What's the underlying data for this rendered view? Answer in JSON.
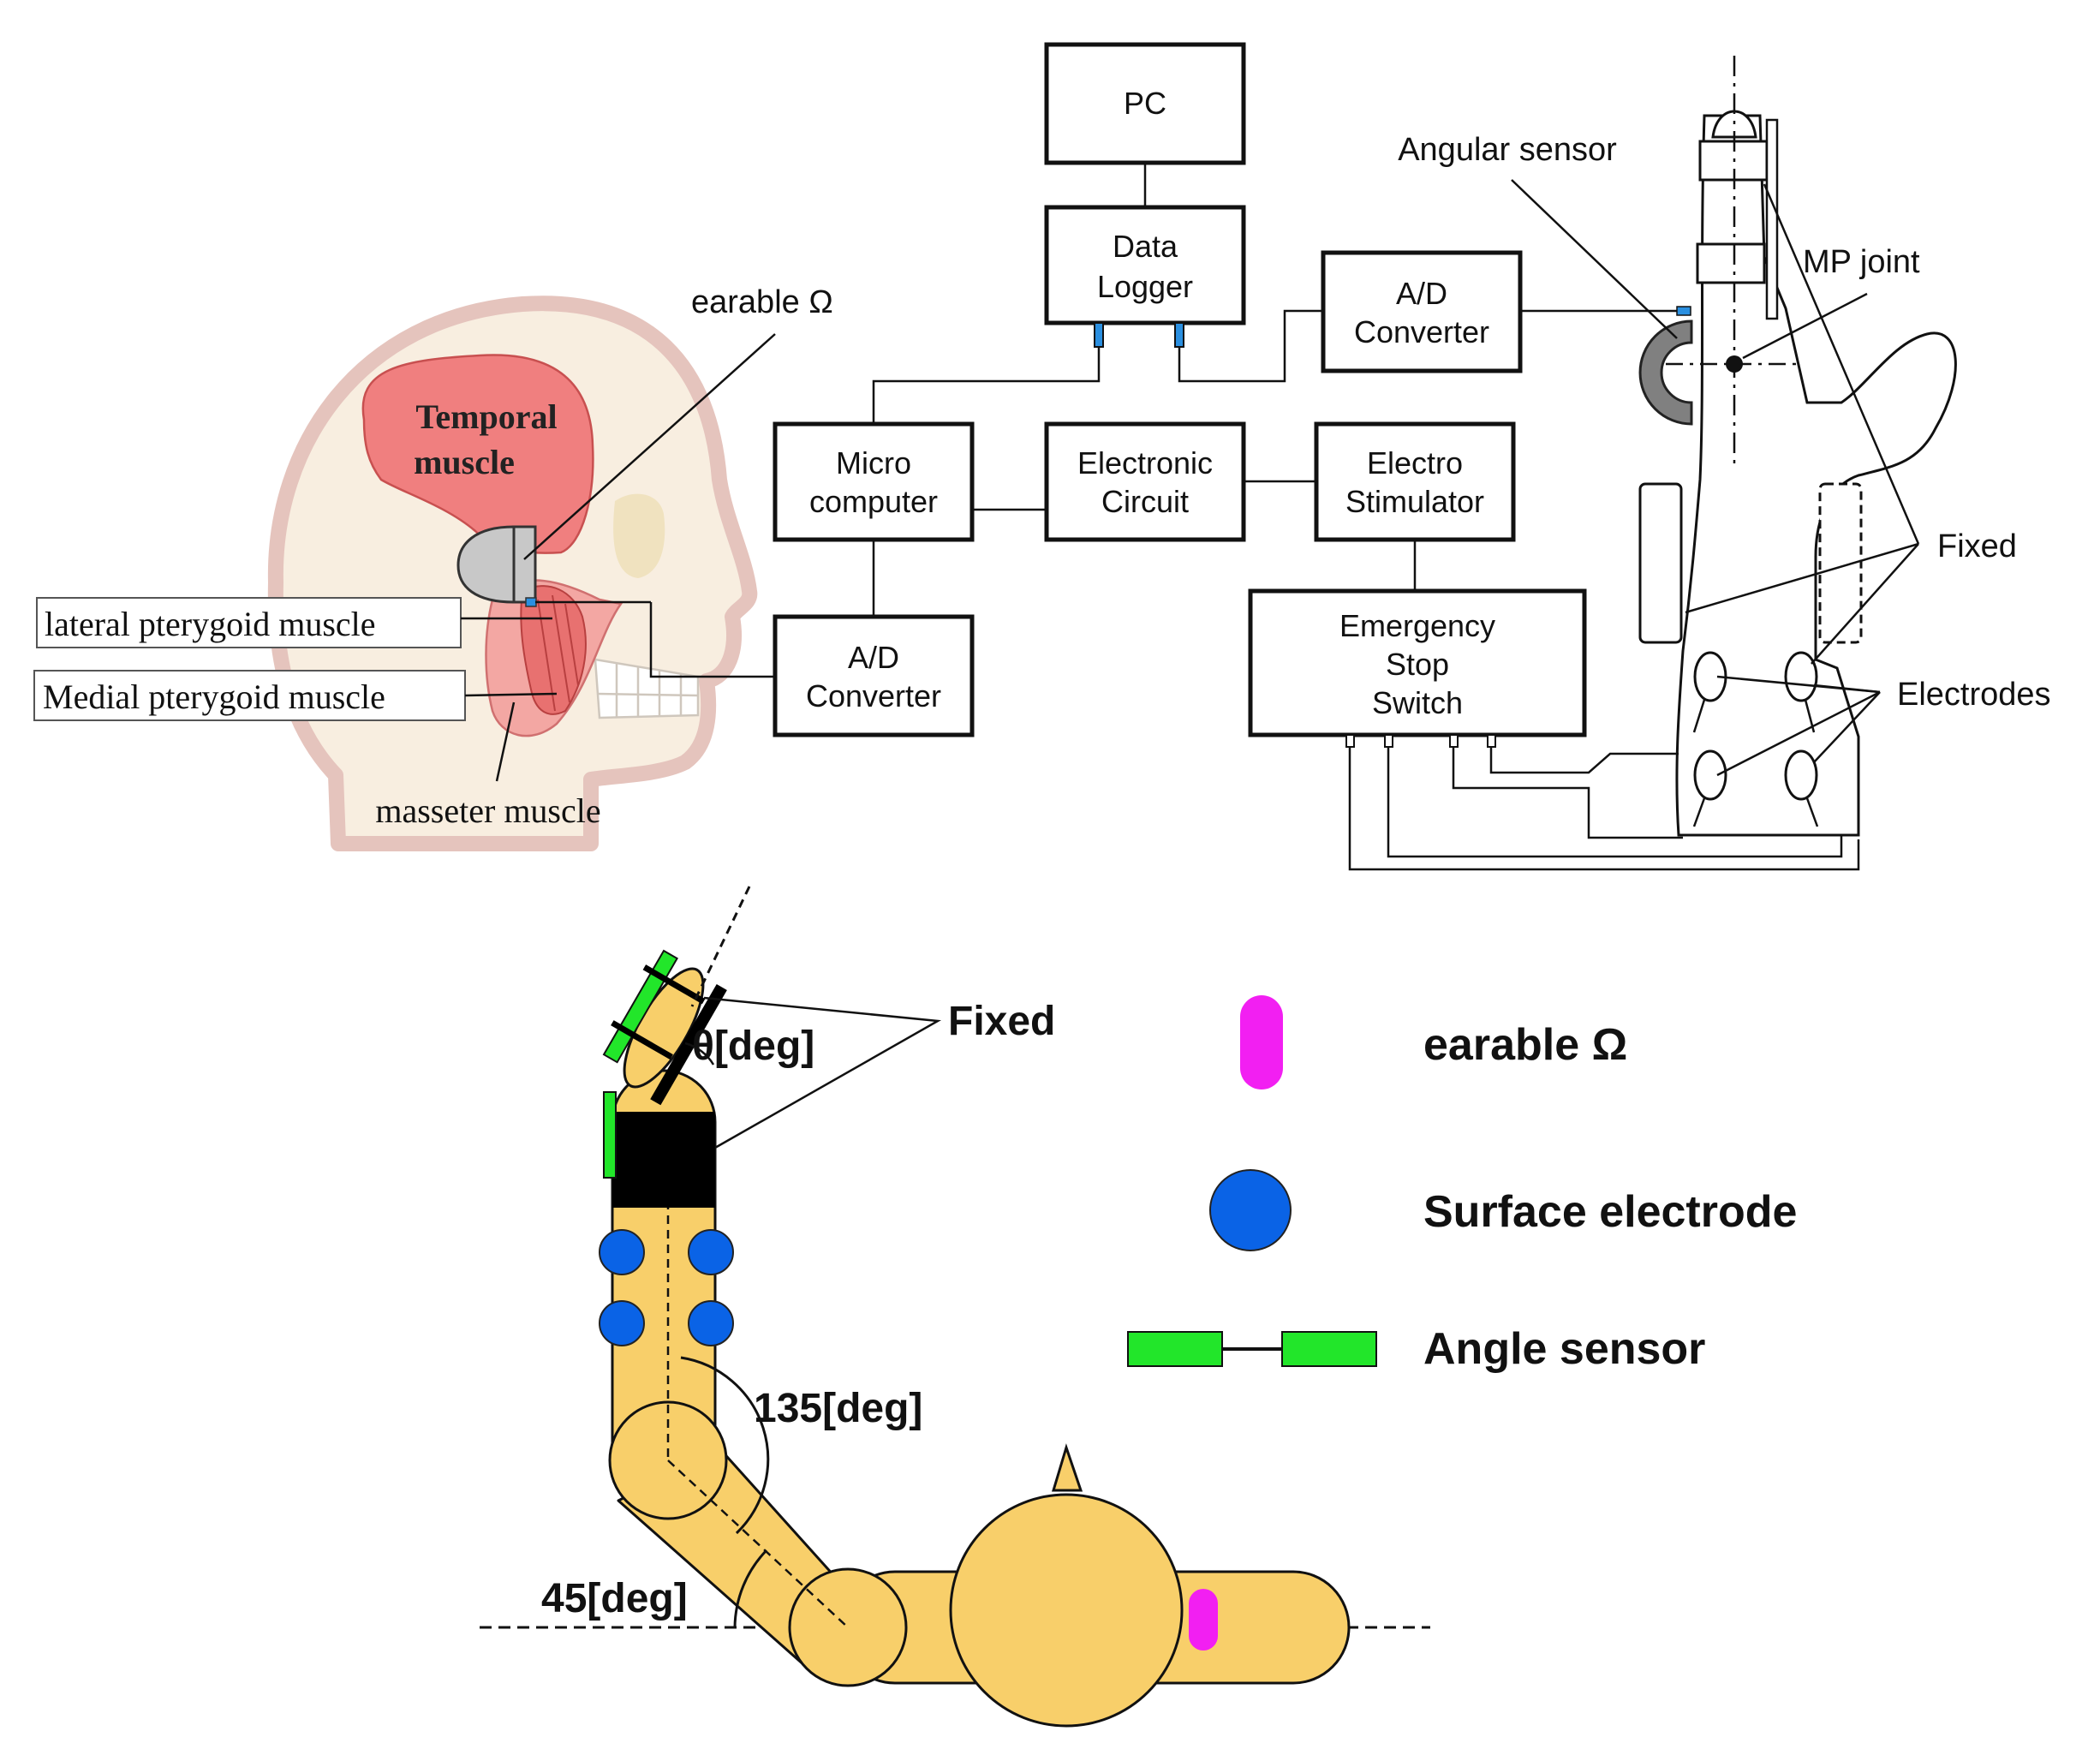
{
  "colors": {
    "muscle_red": "#f07f7f",
    "skin": "#f8eee0",
    "skin_outline": "#e5c4bd",
    "arm_yellow": "#f8cf6a",
    "electrode_blue": "#0a63e6",
    "sensor_green": "#22e62a",
    "earable_magenta": "#f21ff2",
    "connector_blue": "#2a8fe0",
    "device_gray": "#c8c8c8"
  },
  "head": {
    "temporal_line1": "Temporal",
    "temporal_line2": "muscle",
    "earable": "earable Ω",
    "lateral": "lateral pterygoid muscle",
    "medial": "Medial pterygoid muscle",
    "masseter": "masseter muscle"
  },
  "blocks": {
    "pc": "PC",
    "logger_line1": "Data",
    "logger_line2": "Logger",
    "ad_top_line1": "A/D",
    "ad_top_line2": "Converter",
    "micro_line1": "Micro",
    "micro_line2": "computer",
    "circuit_line1": "Electronic",
    "circuit_line2": "Circuit",
    "stim_line1": "Electro",
    "stim_line2": "Stimulator",
    "ad_bot_line1": "A/D",
    "ad_bot_line2": "Converter",
    "stop_line1": "Emergency",
    "stop_line2": "Stop",
    "stop_line3": "Switch"
  },
  "hand": {
    "angular_sensor": "Angular sensor",
    "mp_joint": "MP joint",
    "fixed": "Fixed",
    "electrodes": "Electrodes"
  },
  "posture": {
    "fixed": "Fixed",
    "theta": "θ[deg]",
    "angle_135": "135[deg]",
    "angle_45": "45[deg]"
  },
  "legend": {
    "earable": "earable Ω",
    "electrode": "Surface electrode",
    "angle_sensor": "Angle sensor"
  }
}
